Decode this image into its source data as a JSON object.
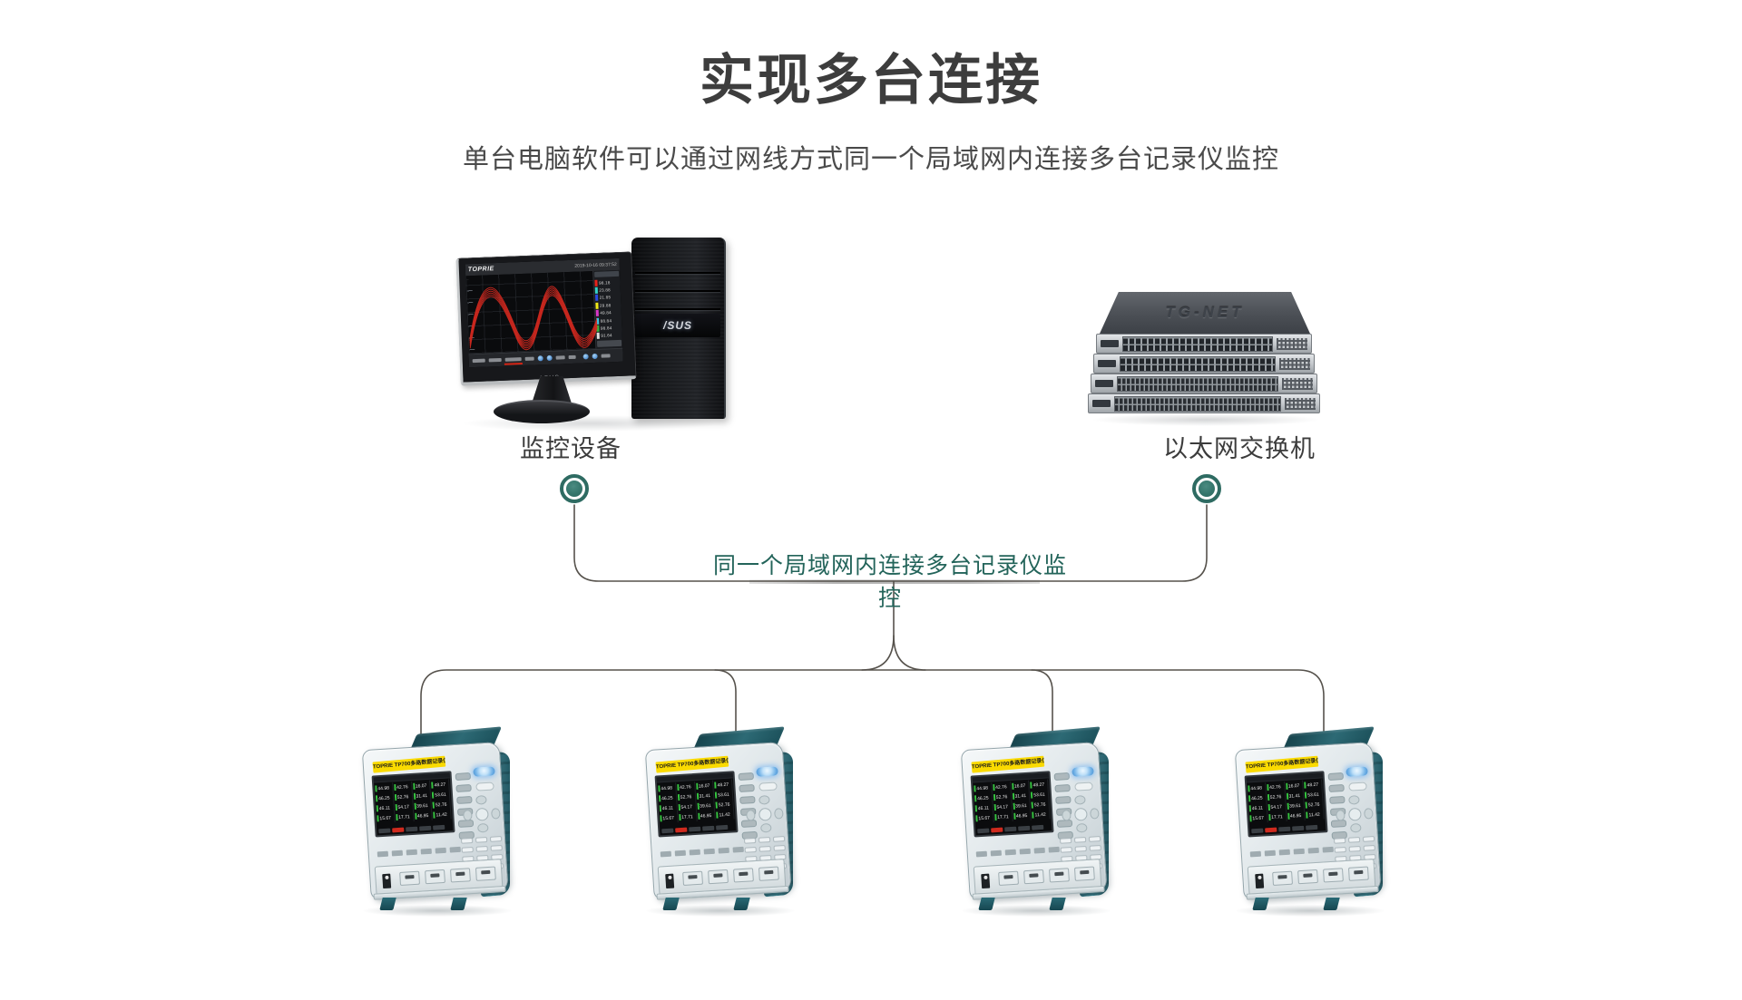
{
  "title": "实现多台连接",
  "subtitle": "单台电脑软件可以通过网线方式同一个局域网内连接多台记录仪监控",
  "lan_label": "同一个局域网内连接多台记录仪监控",
  "monitor": {
    "label": "监控设备",
    "screen_logo": "TOPRIE",
    "screen_datetime": "2019-10-16 09:37:52",
    "bezel_logo": "ASUS",
    "tower_logo": "/SUS",
    "legend": [
      {
        "color": "#e8231a",
        "value": "98.18"
      },
      {
        "color": "#35d2c8",
        "value": "23.88"
      },
      {
        "color": "#2a49e0",
        "value": "21.85"
      },
      {
        "color": "#f0e918",
        "value": "29.88"
      },
      {
        "color": "#d838c8",
        "value": "49.84"
      },
      {
        "color": "#38c8e8",
        "value": "88.84"
      },
      {
        "color": "#30b840",
        "value": "98.84"
      },
      {
        "color": "#e0e0e0",
        "value": "91.64"
      }
    ]
  },
  "switch": {
    "label": "以太网交换机",
    "brand": "TG-NET"
  },
  "recorder": {
    "label": "TOPRIE TP700多路数据记录仪",
    "count": 4,
    "screen_values": [
      "44.98",
      "42.76",
      "16.07",
      "48.27",
      "46.25",
      "52.76",
      "31.41",
      "53.61",
      "46.11",
      "54.17",
      "39.61",
      "52.76",
      "15.67",
      "17.71",
      "46.95",
      "11.42"
    ]
  },
  "colors": {
    "dot_teal": "#2e6b62",
    "lan_text_teal": "#23645a",
    "connector_line": "#56524c",
    "recorder_teal": "#2d6a75",
    "label_yellow": "#fada00"
  }
}
